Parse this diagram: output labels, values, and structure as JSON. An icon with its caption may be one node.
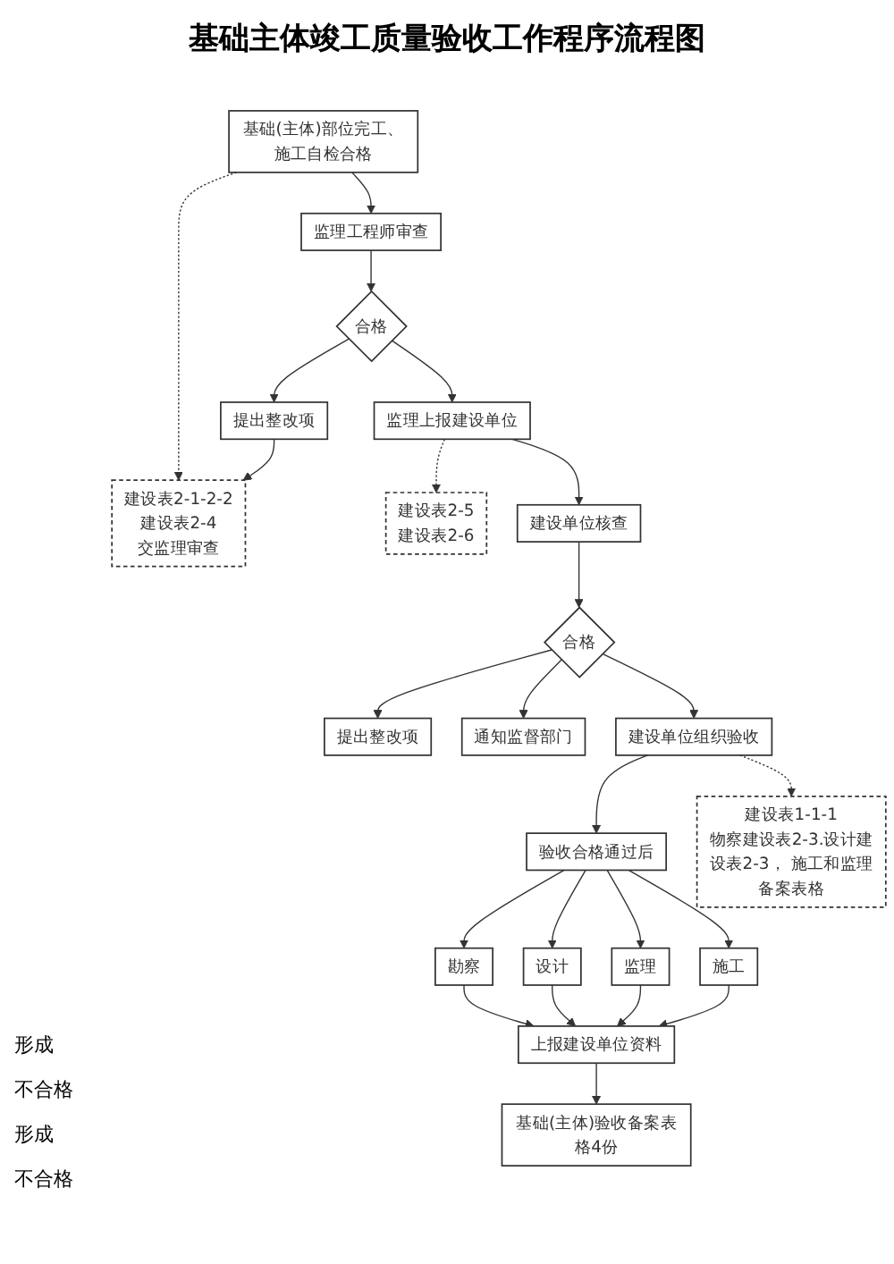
{
  "diagram": {
    "title": "基础主体竣工质量验收工作程序流程图",
    "nodes": [
      {
        "text": [
          "基础(主体)部位完工、施工自检合格"
        ]
      },
      {
        "text": [
          "建设表2-1-2-2",
          "建设表2-4",
          "交监理审查"
        ]
      },
      {
        "text": [
          "监理工程师审查"
        ]
      },
      {
        "text": [
          "合格"
        ]
      },
      {
        "text": [
          "提出整改项"
        ]
      },
      {
        "text": [
          "监理上报建设单位"
        ]
      },
      {
        "text": [
          "建设表2-5",
          "建设表2-6"
        ]
      },
      {
        "text": [
          "建设单位核查"
        ]
      },
      {
        "text": [
          "合格"
        ]
      },
      {
        "text": [
          "提出整改项"
        ]
      },
      {
        "text": [
          "通知监督部门"
        ]
      },
      {
        "text": [
          "建设单位组织验收"
        ]
      },
      {
        "text": [
          "建设表1-1-1",
          "物察建设表2-3.设计建设表2-3， 施工和监理备案表格"
        ]
      },
      {
        "text": [
          "验收合格通过后"
        ]
      },
      {
        "text": [
          "勘察"
        ]
      },
      {
        "text": [
          "设计"
        ]
      },
      {
        "text": [
          "监理"
        ]
      },
      {
        "text": [
          "施工"
        ]
      },
      {
        "text": [
          "上报建设单位资料"
        ]
      },
      {
        "text": [
          "基础(主体)验收备案表格4份"
        ]
      }
    ],
    "edges": [
      {
        "from": 0,
        "to": 1,
        "arrow": "to",
        "style": "dashed"
      },
      {
        "from": 0,
        "to": 2,
        "arrow": "to"
      },
      {
        "from": 2,
        "to": 3,
        "arrow": "to"
      },
      {
        "from": 3,
        "to": 4,
        "arrow": "to"
      },
      {
        "from": 4,
        "to": 1,
        "arrow": "to"
      },
      {
        "from": 3,
        "to": 5,
        "arrow": "to"
      },
      {
        "from": 5,
        "to": 6,
        "arrow": "to",
        "style": "dashed"
      },
      {
        "from": 5,
        "to": 7,
        "arrow": "to"
      },
      {
        "from": 7,
        "to": 8,
        "arrow": "to"
      },
      {
        "from": 8,
        "to": 9,
        "arrow": "to"
      },
      {
        "from": 8,
        "to": 10,
        "arrow": "to"
      },
      {
        "from": 8,
        "to": 11,
        "arrow": "to"
      },
      {
        "from": 11,
        "to": 12,
        "arrow": "to",
        "style": "dashed"
      },
      {
        "from": 11,
        "to": 13,
        "arrow": "to"
      },
      {
        "from": 13,
        "to": 14,
        "arrow": "to"
      },
      {
        "from": 13,
        "to": 15,
        "arrow": "to"
      },
      {
        "from": 13,
        "to": 16,
        "arrow": "to"
      },
      {
        "from": 13,
        "to": 17,
        "arrow": "to"
      },
      {
        "from": 14,
        "to": 18,
        "arrow": "to"
      },
      {
        "from": 15,
        "to": 18,
        "arrow": "to"
      },
      {
        "from": 16,
        "to": 18,
        "arrow": "to"
      },
      {
        "from": 17,
        "to": 18,
        "arrow": "to"
      },
      {
        "from": 18,
        "to": 19,
        "arrow": "to"
      }
    ],
    "labels": [
      "形成",
      "不合格",
      "形成",
      "不合格"
    ]
  }
}
